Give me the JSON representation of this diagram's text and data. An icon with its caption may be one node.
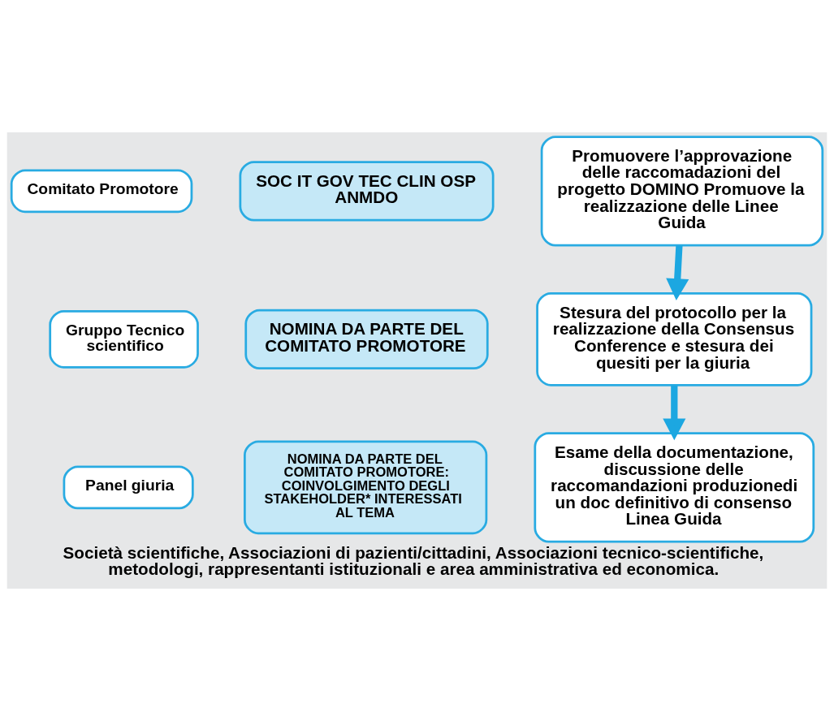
{
  "diagram": {
    "caption": "Società scientifiche, Associazioni di pazienti/cittadini, Associazioni tecnico-scientifiche, metodologi, rappresentanti istituzionali e area amministrativa ed economica.",
    "nodes": [
      {
        "text": [
          "Comitato Promotore"
        ]
      },
      {
        "text": [
          "SOC IT GOV TEC CLIN OSP ANMDO"
        ]
      },
      {
        "text": [
          "Promuovere l’approvazione delle raccomadazioni del progetto DOMINO Promuove la realizzazione delle Linee Guida"
        ]
      },
      {
        "text": [
          "Gruppo Tecnico scientifico"
        ]
      },
      {
        "text": [
          "NOMINA DA PARTE DEL COMITATO PROMOTORE"
        ]
      },
      {
        "text": [
          "Stesura del protocollo per la realizzazione della Consensus Conference e stesura dei quesiti per la giuria"
        ]
      },
      {
        "text": [
          "Panel giuria"
        ]
      },
      {
        "text": [
          "NOMINA DA PARTE DEL COMITATO PROMOTORE: COINVOLGIMENTO DEGLI STAKEHOLDER* INTERESSATI AL TEMA"
        ]
      },
      {
        "text": [
          "Esame della documentazione, discussione delle raccomandazioni produzionedi un doc definitivo di consenso Linea Guida"
        ]
      }
    ],
    "edges": [
      {
        "from": 2,
        "to": 5,
        "arrow": "to"
      },
      {
        "from": 5,
        "to": 8,
        "arrow": "to"
      }
    ]
  }
}
